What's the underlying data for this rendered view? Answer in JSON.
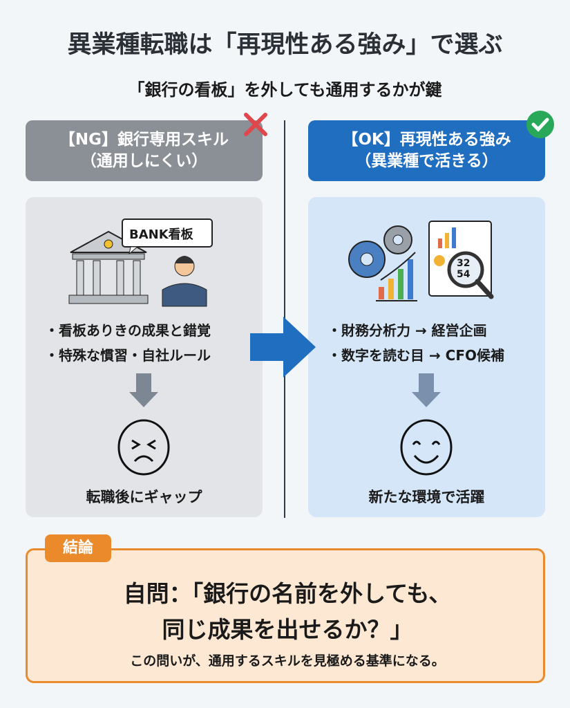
{
  "title": "異業種転職は「再現性ある強み」で選ぶ",
  "subtitle": "「銀行の看板」を外しても通用するかが鍵",
  "ng": {
    "header_line1": "【NG】銀行専用スキル",
    "header_line2": "（通用しにくい）",
    "sign_label": "BANK看板",
    "bullets": [
      "・看板ありきの成果と錯覚",
      "・特殊な慣習・自社ルール"
    ],
    "result": "転職後にギャップ"
  },
  "ok": {
    "header_line1": "【OK】再現性ある強み",
    "header_line2": "（異業種で活きる）",
    "magnifier_numbers": [
      "32",
      "54"
    ],
    "bullets": [
      "・財務分析力 → 経営企画",
      "・数字を読む目 → CFO候補"
    ],
    "result": "新たな環境で活躍"
  },
  "conclusion": {
    "tag": "結論",
    "question_line1": "自問：「銀行の名前を外しても、",
    "question_line2": "同じ成果を出せるか？」",
    "note": "この問いが、通用するスキルを見極める基準になる。"
  },
  "colors": {
    "ng": "#8b9097",
    "ok": "#1f6ec0",
    "accent": "#ea8a2b"
  }
}
